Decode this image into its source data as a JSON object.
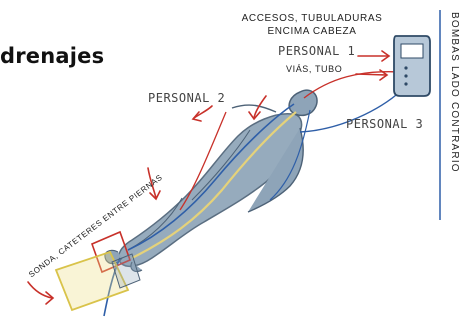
{
  "title": "drenajes",
  "labels": {
    "accesos_line1": "ACCESOS, TUBULADURAS",
    "accesos_line2": "ENCIMA CABEZA",
    "personal_1": "PERSONAL 1",
    "vias_tubo": "VIÁS, TUBO",
    "personal_2": "PERSONAL 2",
    "personal_3": "PERSONAL 3",
    "bombas": "BOMBAS LADO CONTRARIO",
    "sonda": "SONDA, CATETERES ENTRE PIERNAS"
  },
  "colors": {
    "arrow": "#c8312a",
    "body": "#8ea4b8",
    "tube_blue": "#2f5fa8",
    "tube_yellow": "#e5d27a",
    "bag_red": "#d98a8a",
    "bag_yellow": "#efe08a"
  }
}
